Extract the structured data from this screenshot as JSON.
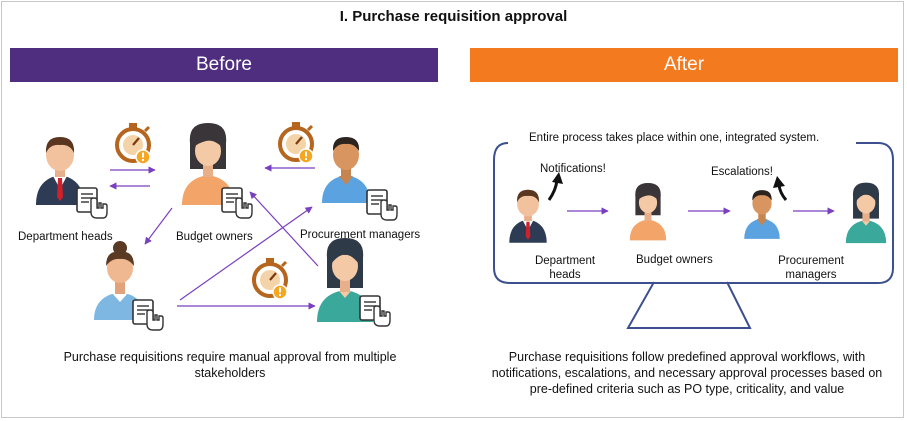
{
  "title": "I. Purchase requisition approval",
  "before": {
    "banner": "Before",
    "labels": {
      "department_heads": "Department heads",
      "budget_owners": "Budget owners",
      "procurement_managers": "Procurement managers"
    },
    "caption": "Purchase requisitions require manual approval from multiple stakeholders"
  },
  "after": {
    "banner": "After",
    "system_note": "Entire process takes place within one, integrated system.",
    "notifications": "Notifications!",
    "escalations": "Escalations!",
    "labels": {
      "department_heads": "Department heads",
      "budget_owners": "Budget owners",
      "procurement_managers": "Procurement managers"
    },
    "caption": "Purchase requisitions follow predefined approval workflows, with notifications, escalations, and necessary approval processes based on pre-defined criteria such as PO type, criticality, and value"
  },
  "colors": {
    "before_banner": "#4f2d7f",
    "after_banner": "#f47a20",
    "arrow": "#7a3fbf",
    "timer": "#b5651d",
    "alert": "#f5a623",
    "monitor": "#3c4f8f"
  },
  "icons": [
    "person-icon",
    "document-hand-icon",
    "timer-alert-icon",
    "up-arrow-icon",
    "monitor-stand-icon"
  ]
}
